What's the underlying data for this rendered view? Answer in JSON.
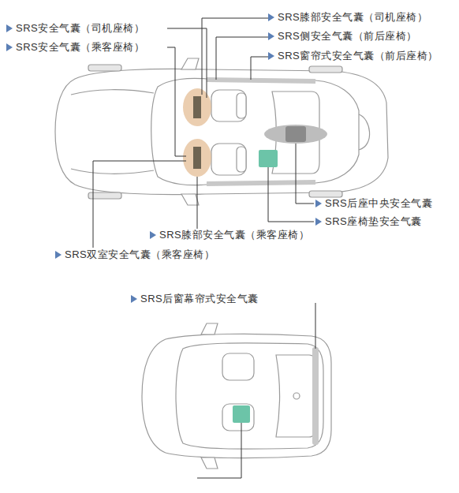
{
  "diagram": {
    "labels": [
      "SRS安全气囊（司机座椅）",
      "SRS安全气囊（乘客座椅）",
      "SRS膝部安全气囊（司机座椅）",
      "SRS侧安全气囊（前后座椅）",
      "SRS窗帘式安全气囊（前后座椅）",
      "SRS后座中央安全气囊",
      "SRS座椅垫安全气囊",
      "SRS膝部安全气囊（乘客座椅）",
      "SRS双室安全气囊（乘客座椅）",
      "SRS后窗幕帘式安全气囊"
    ]
  }
}
